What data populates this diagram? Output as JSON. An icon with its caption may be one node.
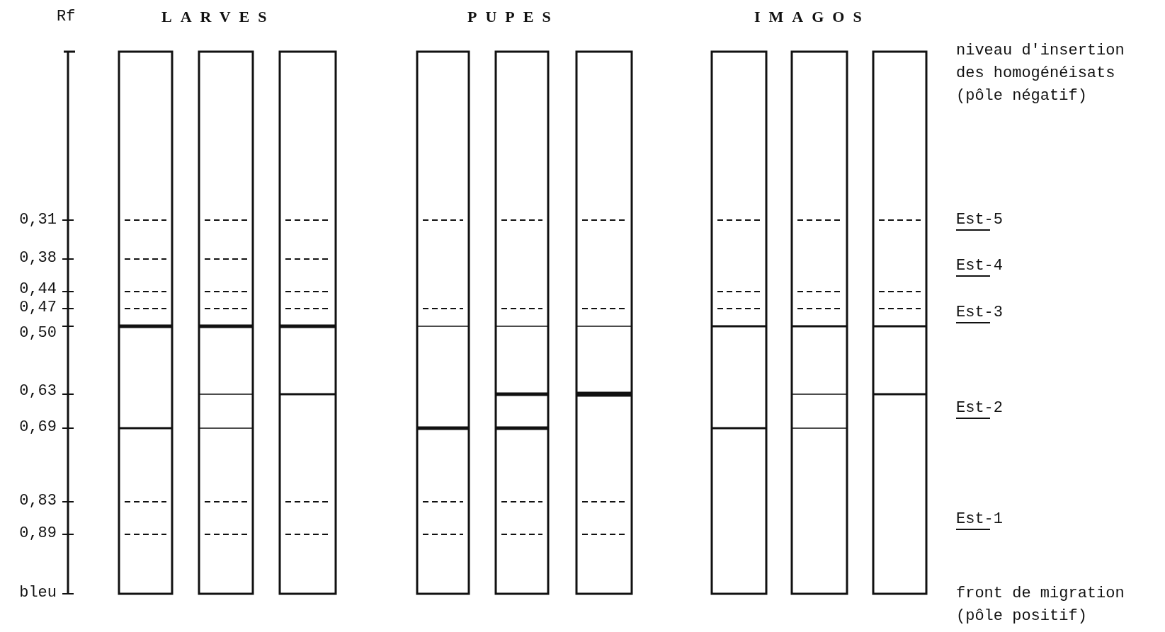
{
  "diagram": {
    "labels": [
      "Rf",
      "LARVES",
      "PUPES",
      "IMAGOS",
      "niveau d'insertion des homogénéisats (pôle négatif)",
      "0,31",
      "Est-5",
      "0,38",
      "Est-4",
      "0,44",
      "0,47",
      "Est-3",
      "0,50",
      "0,63",
      "Est-2",
      "0,69",
      "0,83",
      "Est-1",
      "0,89",
      "bleu",
      "front de migration (pôle positif)"
    ]
  }
}
